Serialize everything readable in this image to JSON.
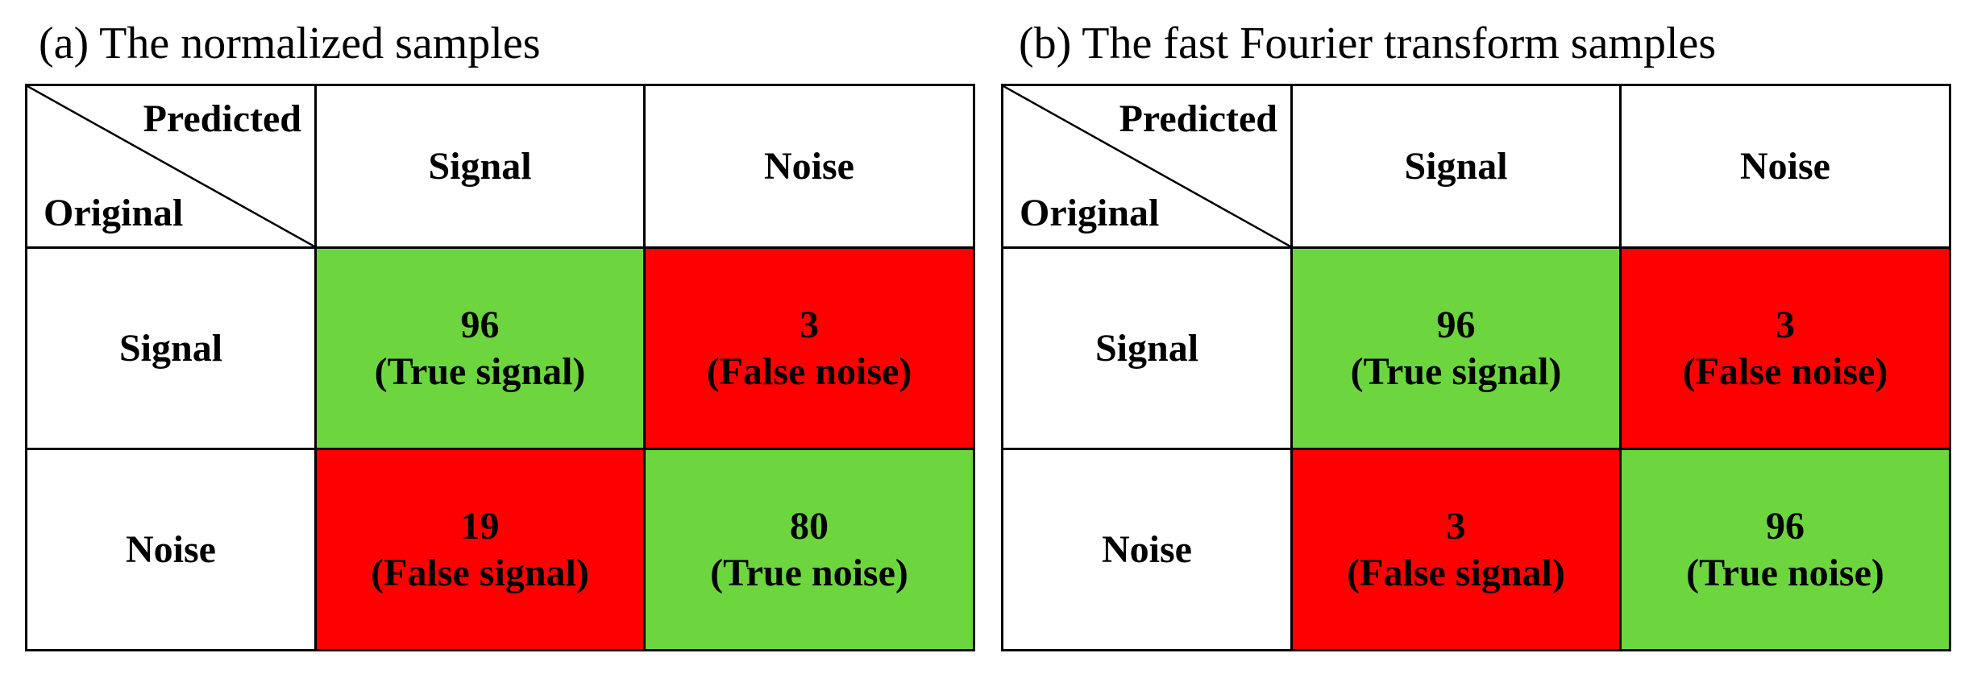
{
  "colors": {
    "correct": "#6dd63f",
    "incorrect": "#ff0000",
    "header": "#ffffff",
    "text": "#000000",
    "border": "#000000"
  },
  "chart_data": [
    {
      "type": "table",
      "title": "(a) The normalized samples",
      "corner_column_label": "Predicted",
      "corner_row_label": "Original",
      "columns": [
        "Signal",
        "Noise"
      ],
      "rows": [
        {
          "label": "Signal",
          "cells": [
            {
              "value": "96",
              "desc": "(True signal)",
              "status": "correct"
            },
            {
              "value": "3",
              "desc": "(False noise)",
              "status": "incorrect"
            }
          ]
        },
        {
          "label": "Noise",
          "cells": [
            {
              "value": "19",
              "desc": "(False signal)",
              "status": "incorrect"
            },
            {
              "value": "80",
              "desc": "(True noise)",
              "status": "correct"
            }
          ]
        }
      ]
    },
    {
      "type": "table",
      "title": "(b) The fast Fourier transform samples",
      "corner_column_label": "Predicted",
      "corner_row_label": "Original",
      "columns": [
        "Signal",
        "Noise"
      ],
      "rows": [
        {
          "label": "Signal",
          "cells": [
            {
              "value": "96",
              "desc": "(True signal)",
              "status": "correct"
            },
            {
              "value": "3",
              "desc": "(False noise)",
              "status": "incorrect"
            }
          ]
        },
        {
          "label": "Noise",
          "cells": [
            {
              "value": "3",
              "desc": "(False signal)",
              "status": "incorrect"
            },
            {
              "value": "96",
              "desc": "(True noise)",
              "status": "correct"
            }
          ]
        }
      ]
    }
  ]
}
